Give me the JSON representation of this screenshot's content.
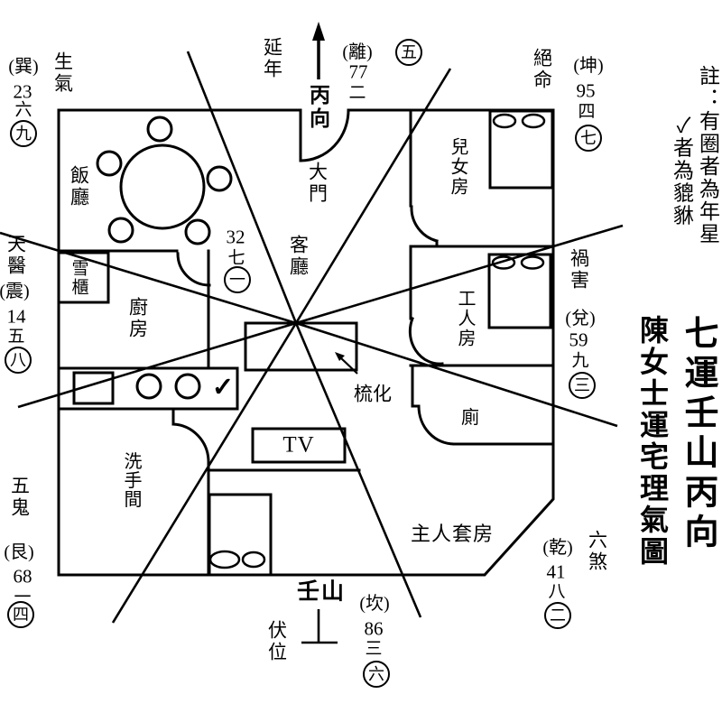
{
  "title": {
    "col1": "七運壬山丙向",
    "col2": "陳女士運宅理氣圖"
  },
  "note": {
    "col1": "註：有圈者為年星",
    "col2": "✓者為貔貅"
  },
  "compass": {
    "xun": {
      "luck": "生氣",
      "trigram": "(巽)",
      "num": "23",
      "star": "六",
      "year": "九"
    },
    "li": {
      "luck": "延年",
      "facing": "丙向",
      "trigram": "(離)",
      "num": "77",
      "star": "二",
      "year": "五"
    },
    "kun": {
      "luck": "絕命",
      "trigram": "(坤)",
      "num": "95",
      "star": "四",
      "year": "七"
    },
    "zhen": {
      "luck": "天醫",
      "trigram": "(震)",
      "num": "14",
      "star": "五",
      "year": "八"
    },
    "dui": {
      "luck": "禍害",
      "trigram": "(兌)",
      "num": "59",
      "star": "九",
      "year": "三"
    },
    "gen": {
      "luck": "五鬼",
      "trigram": "(艮)",
      "num": "68",
      "star": "一",
      "year": "四"
    },
    "kan": {
      "mountain": "壬山",
      "luck": "伏位",
      "trigram": "(坎)",
      "num": "86",
      "star": "三",
      "year": "六"
    },
    "qian": {
      "luck": "六煞",
      "trigram": "(乾)",
      "num": "41",
      "star": "八",
      "year": "二"
    },
    "center": {
      "num": "32",
      "star": "七",
      "year": "一"
    }
  },
  "rooms": {
    "dining": "飯廳",
    "fridge": "雪櫃",
    "kitchen": "廚房",
    "washroom": "洗手間",
    "living": "客廳",
    "main_door": "大門",
    "children": "兒女房",
    "maid": "工人房",
    "toilet": "廁",
    "master": "主人套房"
  },
  "furniture": {
    "tv": "TV",
    "sofa": "梳化"
  },
  "marks": {
    "check": "✓"
  }
}
